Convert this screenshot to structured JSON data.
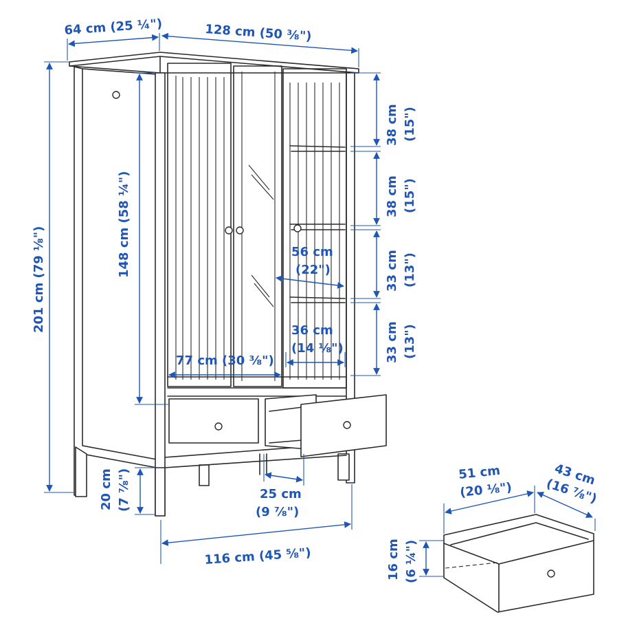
{
  "dimensions": {
    "top_depth": "64 cm (25 ¼\")",
    "top_width": "128 cm (50 ⅜\")",
    "total_height": "201 cm (79 ⅛\")",
    "door_height": "148 cm (58 ¼\")",
    "shelf_1_cm": "38 cm",
    "shelf_1_in": "(15\")",
    "shelf_2_cm": "38 cm",
    "shelf_2_in": "(15\")",
    "shelf_3_cm": "33 cm",
    "shelf_3_in": "(13\")",
    "shelf_4_cm": "33 cm",
    "shelf_4_in": "(13\")",
    "inner_depth_cm": "56 cm",
    "inner_depth_in": "(22\")",
    "shelf_width_cm": "36 cm",
    "shelf_width_in": "(14 ⅛\")",
    "rail_width": "77 cm (30 ⅜\")",
    "leg_height_cm": "20 cm",
    "leg_height_in": "(7 ⅞\")",
    "leg_depth_cm": "25 cm",
    "leg_depth_in": "(9 ⅞\")",
    "bottom_width": "116 cm (45 ⅝\")",
    "drawer_width_cm": "51 cm",
    "drawer_width_in": "(20 ⅛\")",
    "drawer_depth_cm": "43 cm",
    "drawer_depth_in": "(16 ⅞\")",
    "drawer_height_cm": "16 cm",
    "drawer_height_in": "(6 ¼\")"
  },
  "colors": {
    "dimension": "#1f56b4",
    "line": "#2a2a2a"
  }
}
